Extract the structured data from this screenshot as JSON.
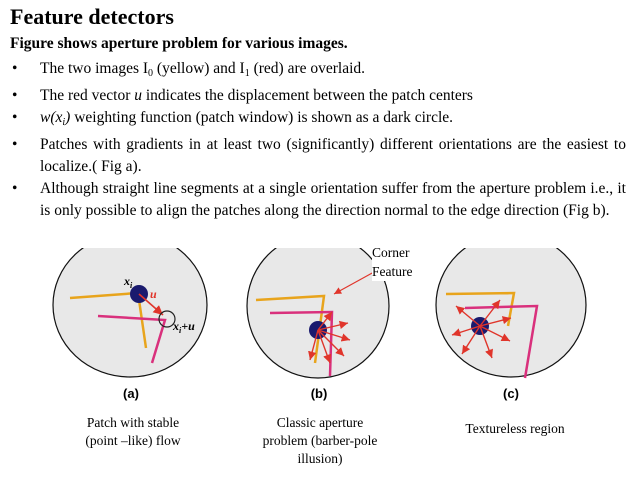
{
  "slide": {
    "title": "Feature detectors",
    "subtitle": "Figure shows aperture problem for various images.",
    "bullets": [
      {
        "pre": "The two images I",
        "sub1": "0",
        "mid": " (yellow) and I",
        "sub2": "1",
        "post": " (red) are overlaid."
      },
      {
        "pre": "The red vector ",
        "em": "u",
        "post": " indicates the displacement between the patch centers"
      },
      {
        "em_pre": "w(x",
        "em_sub": "i",
        "em_post": ")",
        "post": " weighting function (patch window) is shown as a dark circle."
      },
      {
        "text": "Patches with gradients in at least two (significantly) different orientations are the easiest to localize.( Fig a)."
      },
      {
        "text": "Although straight line segments at a single orientation suffer from the aperture problem i.e., it is only possible to align the patches along the direction normal to the edge direction (Fig b)."
      }
    ]
  },
  "figure": {
    "annotation": "Corner\nFeature",
    "panel_labels": [
      "(a)",
      "(b)",
      "(c)"
    ],
    "symbol_xi": "x",
    "symbol_xi_sub": "i",
    "symbol_u": "u",
    "symbol_xiu": "x",
    "symbol_xiu_sub": "i",
    "symbol_xiu_post": "+u",
    "captions": [
      "Patch with stable\n(point –like) flow",
      "Classic aperture\nproblem (barber-pole\nillusion)",
      "Textureless region"
    ],
    "colors": {
      "disk": "#e8e8e8",
      "yellow": "#e8a41c",
      "magenta": "#d9307c",
      "red": "#e0352b",
      "patch": "#1a1a6e"
    }
  }
}
